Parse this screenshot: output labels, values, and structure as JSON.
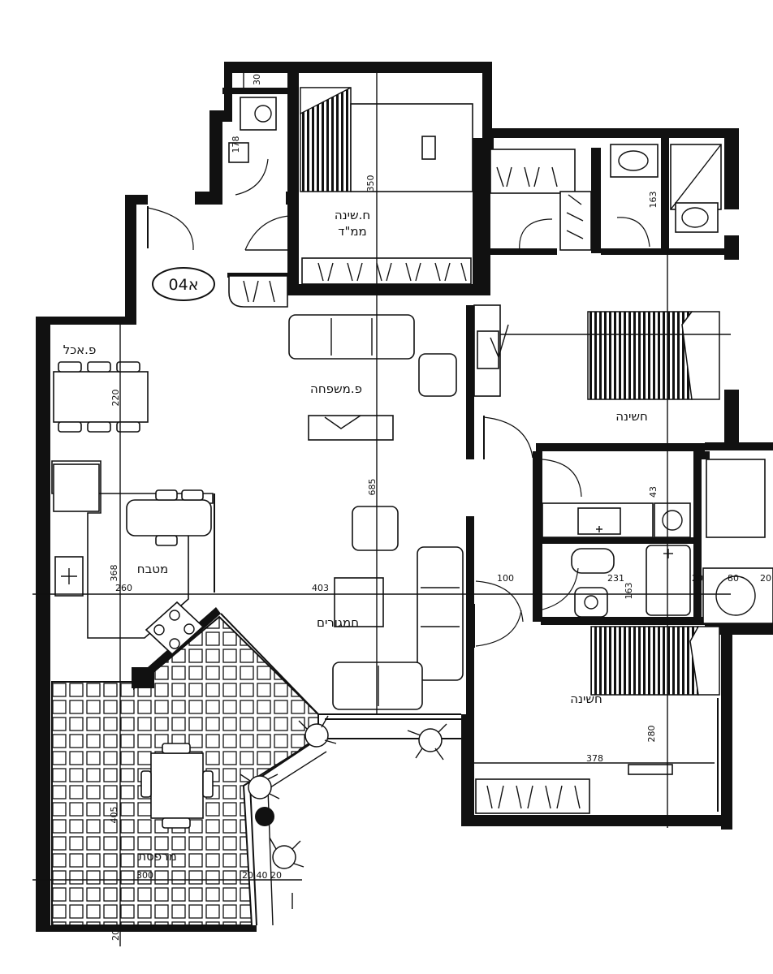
{
  "plan": {
    "unit_badge": "04א",
    "rooms": {
      "safe_room": "ממ\"ד",
      "safe_room_bedroom": "ח.שינה",
      "dining": "פ.אכל",
      "family": "פ.משפחה",
      "kitchen": "מטבח",
      "living": "חמגורים",
      "bedroom_east": "חשינה",
      "bedroom_south": "חשינה",
      "balcony": "מרפסת"
    },
    "dimensions": {
      "d30": "30",
      "d178": "178",
      "d350": "350",
      "d163_top": "163",
      "d220": "220",
      "d685": "685",
      "d43": "43",
      "d368": "368",
      "d260": "260",
      "d403": "403",
      "d100": "100",
      "d231": "231",
      "d163_bath": "163",
      "d20a": "20",
      "d80": "80",
      "d20b": "20",
      "d280": "280",
      "d378": "378",
      "d405": "405",
      "d300": "300",
      "d20_40_20": "20 40 20",
      "d20_bottom": "20"
    }
  }
}
